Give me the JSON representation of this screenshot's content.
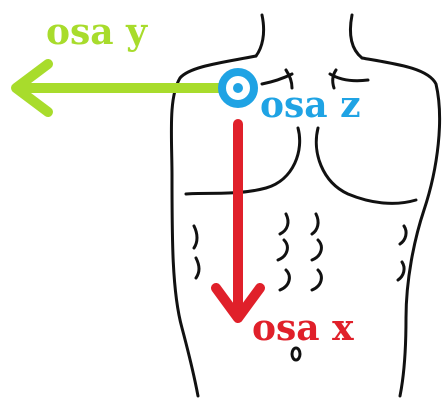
{
  "axes": {
    "y": {
      "label": "osa y",
      "color": "#a8dc2c"
    },
    "z": {
      "label": "osa z",
      "color": "#1fa3e4"
    },
    "x": {
      "label": "osa x",
      "color": "#e0202a"
    }
  },
  "ink_color": "#111111"
}
